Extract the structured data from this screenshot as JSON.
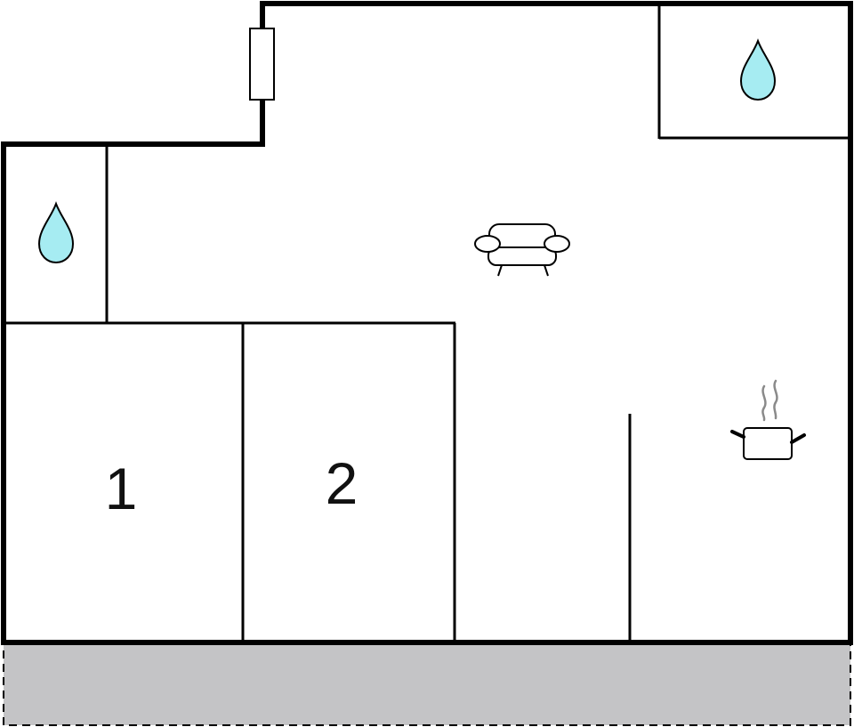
{
  "floorplan": {
    "rooms": [
      {
        "id": "bedroom-1",
        "label": "1"
      },
      {
        "id": "bedroom-2",
        "label": "2"
      }
    ],
    "icons": {
      "bathroom_top_right": "water-drop-icon",
      "bathroom_left": "water-drop-icon",
      "living": "sofa-icon",
      "kitchen": "cooking-pot-icon",
      "door": "door-icon"
    },
    "colors": {
      "wall": "#000000",
      "water": "#a6ecf2",
      "terrace": "#c4c4c6",
      "background": "#ffffff",
      "steam": "#8a8a8a"
    }
  }
}
